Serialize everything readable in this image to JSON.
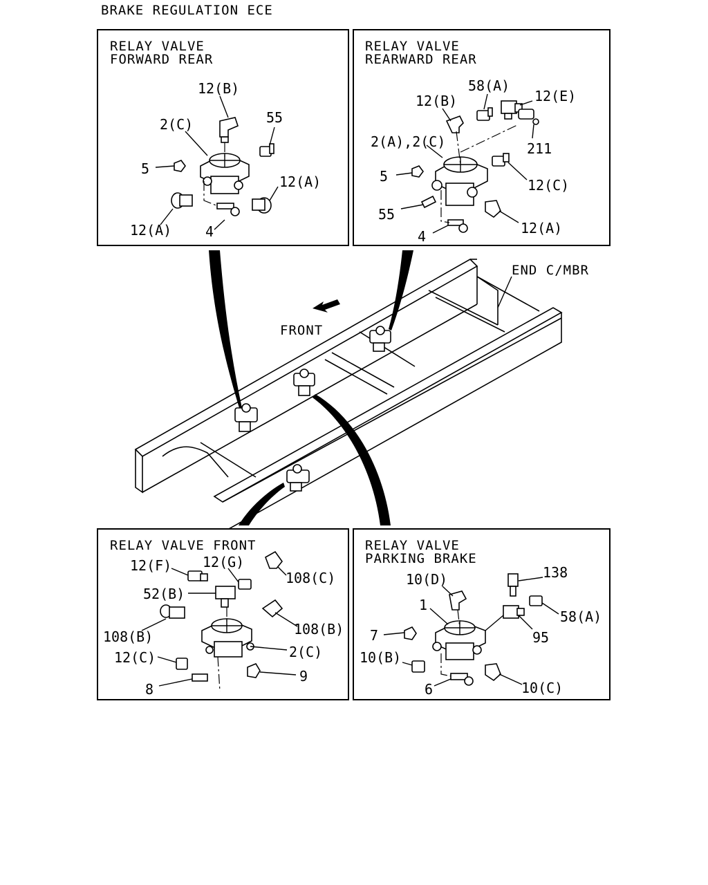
{
  "title": "BRAKE REGULATION ECE",
  "front_label": "FRONT",
  "end_label": "END C/MBR",
  "panels": {
    "forward_rear": {
      "title1": "RELAY VALVE",
      "title2": "FORWARD REAR",
      "labels": [
        "12(B)",
        "2(C)",
        "55",
        "5",
        "12(A)",
        "12(A)",
        "4"
      ]
    },
    "rearward_rear": {
      "title1": "RELAY VALVE",
      "title2": "REARWARD REAR",
      "labels": [
        "12(B)",
        "58(A)",
        "12(E)",
        "2(A),2(C)",
        "211",
        "5",
        "12(C)",
        "55",
        "12(A)",
        "4"
      ]
    },
    "front": {
      "title1": "RELAY VALVE FRONT",
      "labels": [
        "12(F)",
        "12(G)",
        "108(C)",
        "52(B)",
        "108(B)",
        "108(B)",
        "2(C)",
        "12(C)",
        "9",
        "8"
      ]
    },
    "parking": {
      "title1": "RELAY VALVE",
      "title2": "PARKING BRAKE",
      "labels": [
        "10(D)",
        "138",
        "1",
        "58(A)",
        "7",
        "95",
        "10(B)",
        "10(C)",
        "6"
      ]
    }
  }
}
